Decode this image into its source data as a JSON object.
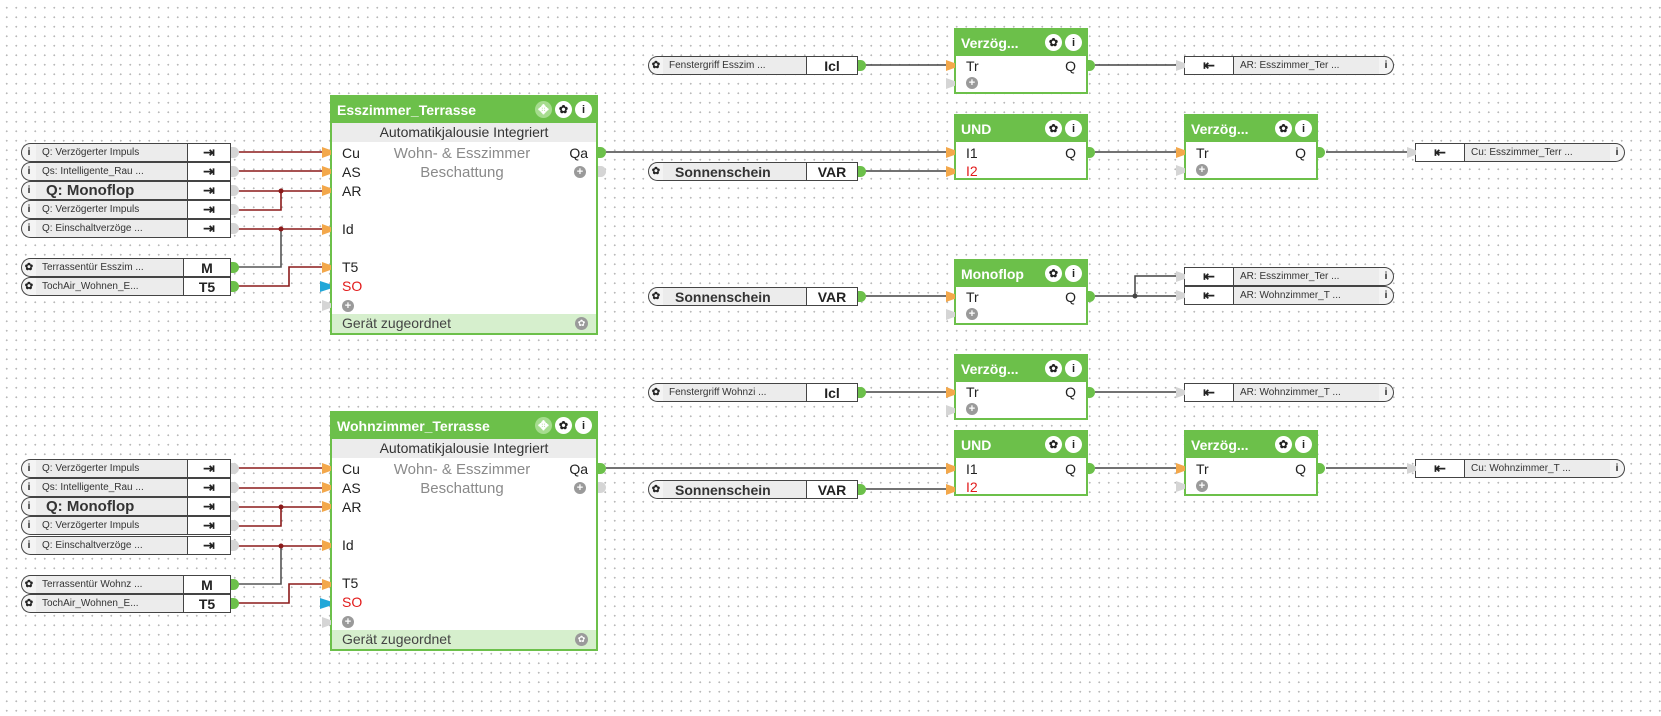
{
  "colors": {
    "block_green": "#6cc04a",
    "wire_red": "#8b1a1a",
    "wire_dark": "#444444",
    "input_pin": "#f3a84b",
    "so_pin": "#22a7d8",
    "negated_port": "#e21b1b"
  },
  "icons": {
    "info": "info-icon",
    "gear": "gear-icon",
    "move": "move-icon",
    "output_arrow": "exit-arrow-icon",
    "input_arrow": "enter-arrow-icon",
    "add": "plus-icon"
  },
  "main_blocks": [
    {
      "title": "Esszimmer_Terrasse",
      "subtitle": "Automatikjalousie Integriert",
      "description_line1": "Wohn- & Esszimmer",
      "description_line2": "Beschattung",
      "inputs": [
        "Cu",
        "AS",
        "AR",
        "Id",
        "T5",
        "SO"
      ],
      "output": "Qa",
      "footer": "Gerät zugeordnet"
    },
    {
      "title": "Wohnzimmer_Terrasse",
      "subtitle": "Automatikjalousie Integriert",
      "description_line1": "Wohn- & Esszimmer",
      "description_line2": "Beschattung",
      "inputs": [
        "Cu",
        "AS",
        "AR",
        "Id",
        "T5",
        "SO"
      ],
      "output": "Qa",
      "footer": "Gerät zugeordnet"
    }
  ],
  "left_inputs": [
    [
      {
        "label": "Q: Verzögerter Impuls",
        "symbol": "⇥"
      },
      {
        "label": "Qs:  Intelligente_Rau ...",
        "symbol": "⇥"
      },
      {
        "label": "Q: Monoflop",
        "symbol": "⇥"
      },
      {
        "label": "Q: Verzögerter Impuls",
        "symbol": "⇥"
      },
      {
        "label": "Q:  Einschaltverzöge ...",
        "symbol": "⇥"
      }
    ],
    [
      {
        "label": "Q: Verzögerter Impuls",
        "symbol": "⇥"
      },
      {
        "label": "Qs:  Intelligente_Rau ...",
        "symbol": "⇥"
      },
      {
        "label": "Q: Monoflop",
        "symbol": "⇥"
      },
      {
        "label": "Q: Verzögerter Impuls",
        "symbol": "⇥"
      },
      {
        "label": "Q:  Einschaltverzöge ...",
        "symbol": "⇥"
      }
    ]
  ],
  "left_variables": [
    [
      {
        "label": "Terrassentür  Esszim ...",
        "tag": "M"
      },
      {
        "label": "TochAir_Wohnen_E...",
        "tag": "T5"
      }
    ],
    [
      {
        "label": "Terrassentür  Wohnz ...",
        "tag": "M"
      },
      {
        "label": "TochAir_Wohnen_E...",
        "tag": "T5"
      }
    ]
  ],
  "middle_inputs": [
    {
      "label": "Fenstergriff  Esszim ...",
      "tag": "Icl"
    },
    {
      "label": "Sonnenschein",
      "tag": "VAR"
    },
    {
      "label": "Sonnenschein",
      "tag": "VAR"
    },
    {
      "label": "Fenstergriff  Wohnzi ...",
      "tag": "Icl"
    },
    {
      "label": "Sonnenschein",
      "tag": "VAR"
    }
  ],
  "logic_blocks": [
    {
      "title": "Verzög...",
      "in1": "Tr",
      "out": "Q"
    },
    {
      "title": "UND",
      "in1": "I1",
      "in2": "I2",
      "out": "Q"
    },
    {
      "title": "Verzög...",
      "in1": "Tr",
      "out": "Q"
    },
    {
      "title": "Monoflop",
      "in1": "Tr",
      "out": "Q"
    },
    {
      "title": "Verzög...",
      "in1": "Tr",
      "out": "Q"
    },
    {
      "title": "UND",
      "in1": "I1",
      "in2": "I2",
      "out": "Q"
    },
    {
      "title": "Verzög...",
      "in1": "Tr",
      "out": "Q"
    }
  ],
  "outputs": [
    {
      "label": "AR:  Esszimmer_Ter ..."
    },
    {
      "label": "Cu:  Esszimmer_Terr ..."
    },
    {
      "label": "AR:  Esszimmer_Ter ..."
    },
    {
      "label": "AR:  Wohnzimmer_T ..."
    },
    {
      "label": "AR:  Wohnzimmer_T ..."
    },
    {
      "label": "Cu:  Wohnzimmer_T ..."
    }
  ],
  "glyphs": {
    "info": "i",
    "gear": "✿",
    "move": "✥",
    "plus": "+",
    "out_arrow": "⇥",
    "in_arrow": "⇤"
  }
}
